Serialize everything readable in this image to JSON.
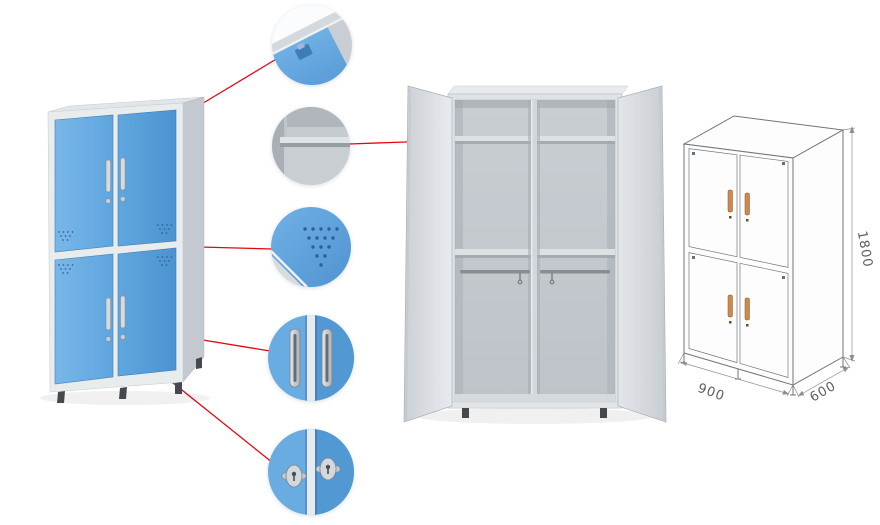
{
  "dimension_labels": {
    "height": "1800",
    "width": "900",
    "depth": "600"
  },
  "colors": {
    "door_blue": "#66abe0",
    "door_blue_deep": "#4a90cf",
    "frame_light": "#e9ecef",
    "panel_gray": "#c6ccd2",
    "interior_gray": "#c4cacf",
    "callout_red": "#e30613",
    "sketch_line": "#70757a",
    "handle_orange": "#cd8a4d",
    "dim_text": "#595d62"
  },
  "callouts": [
    {
      "icon": "cabinet-top-corner-detail"
    },
    {
      "icon": "interior-shelf-detail"
    },
    {
      "icon": "ventilation-holes-detail"
    },
    {
      "icon": "door-handles-detail"
    },
    {
      "icon": "cam-locks-detail"
    }
  ]
}
